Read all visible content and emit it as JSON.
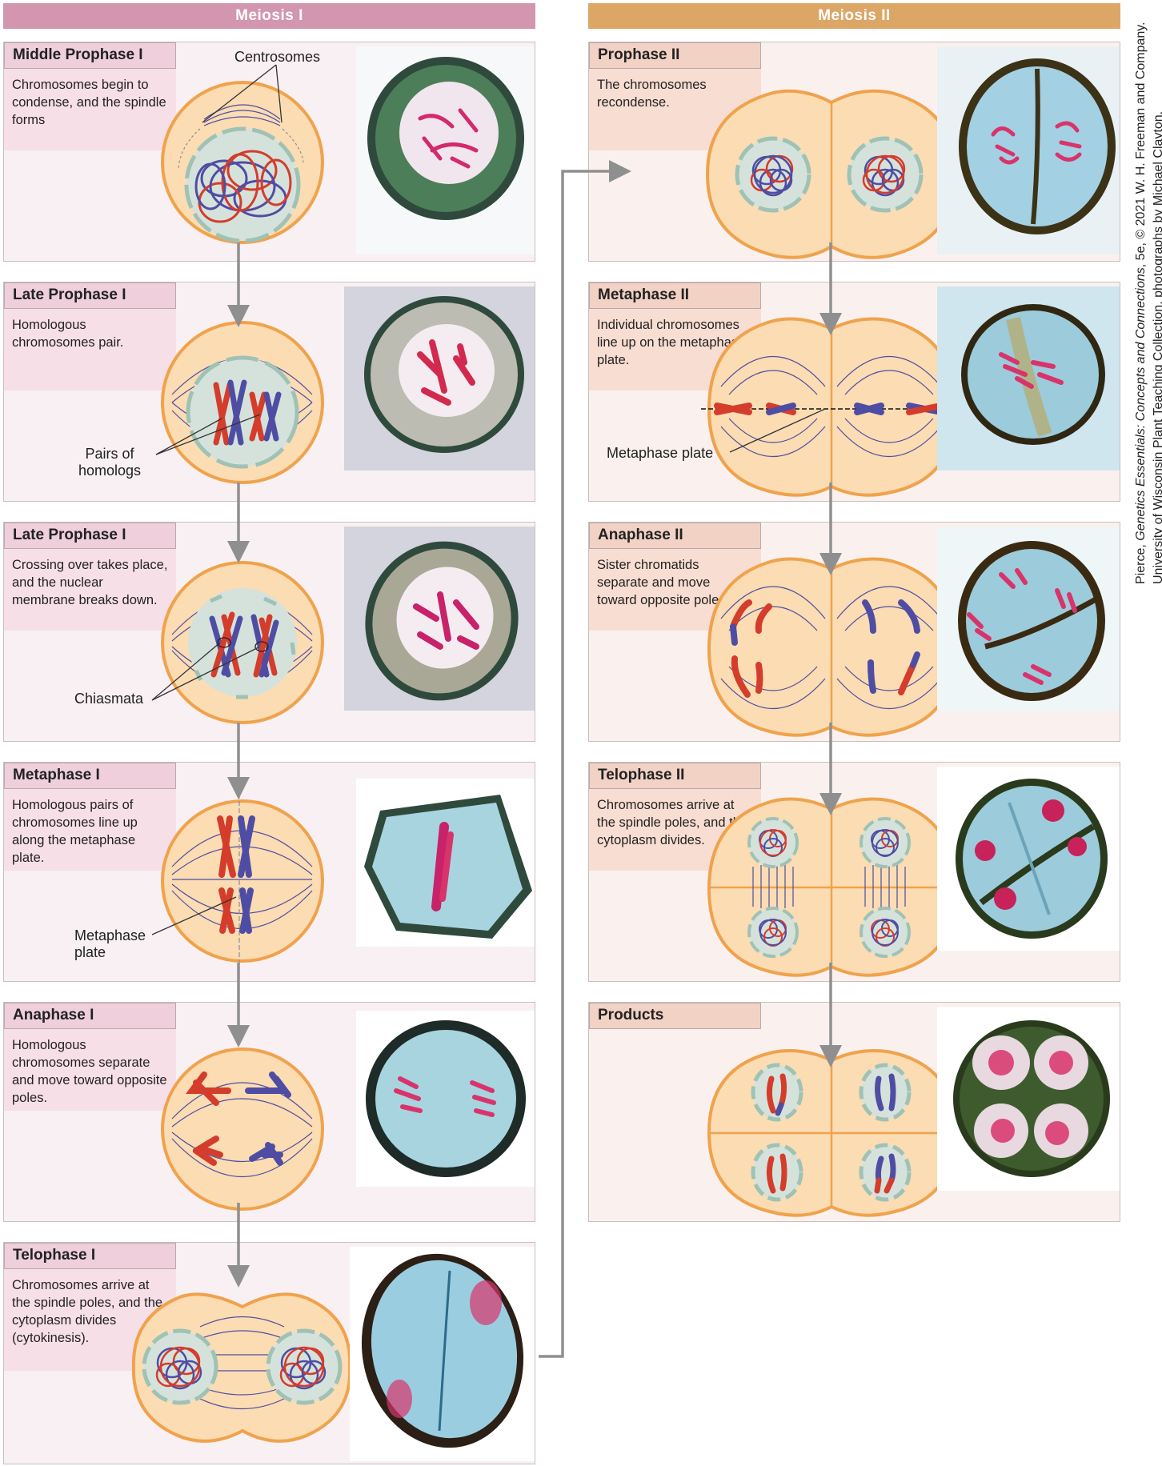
{
  "headers": {
    "meiosis1": "Meiosis I",
    "meiosis2": "Meiosis II"
  },
  "colors": {
    "meiosis1_header": "#d296ae",
    "meiosis2_header": "#dca667",
    "cell_fill": "#fbdcb3",
    "cell_border": "#f0a24c",
    "maternal": "#d43c2c",
    "paternal": "#4f4da3",
    "nucleus": "#d5e2dc"
  },
  "meiosis1": [
    {
      "title": "Middle Prophase I",
      "desc": "Chromosomes begin to condense, and the spindle forms"
    },
    {
      "title": "Late Prophase I",
      "desc": "Homologous chromosomes pair."
    },
    {
      "title": "Late Prophase I",
      "desc": "Crossing over takes place, and the nuclear membrane breaks down."
    },
    {
      "title": "Metaphase I",
      "desc": "Homologous pairs of chromosomes line up along the metaphase plate."
    },
    {
      "title": "Anaphase I",
      "desc": "Homologous chromosomes separate and move toward opposite poles."
    },
    {
      "title": "Telophase I",
      "desc": "Chromosomes arrive at the spindle poles, and the cytoplasm divides (cytokinesis)."
    }
  ],
  "meiosis2": [
    {
      "title": "Prophase II",
      "desc": "The chromosomes recondense."
    },
    {
      "title": "Metaphase II",
      "desc": "Individual chromosomes line up on the metaphase plate."
    },
    {
      "title": "Anaphase II",
      "desc": "Sister chromatids separate and move toward opposite poles."
    },
    {
      "title": "Telophase II",
      "desc": "Chromosomes arrive at the spindle poles, and the cytoplasm divides."
    },
    {
      "title": "Products",
      "desc": ""
    }
  ],
  "labels": {
    "centrosomes": "Centrosomes",
    "pairs_of_homologs": "Pairs of\nhomologs",
    "chiasmata": "Chiasmata",
    "metaphase_plate_1": "Metaphase\nplate",
    "metaphase_plate_2": "Metaphase plate"
  },
  "credit": {
    "line1_prefix": "Pierce, ",
    "line1_italic": "Genetics Essentials: Concepts and Connections",
    "line1_suffix": ", 5e, © 2021 W. H. Freeman and Company.",
    "line2": "University of Wisconsin Plant Teaching Collection, photographs by Michael Clayton."
  }
}
